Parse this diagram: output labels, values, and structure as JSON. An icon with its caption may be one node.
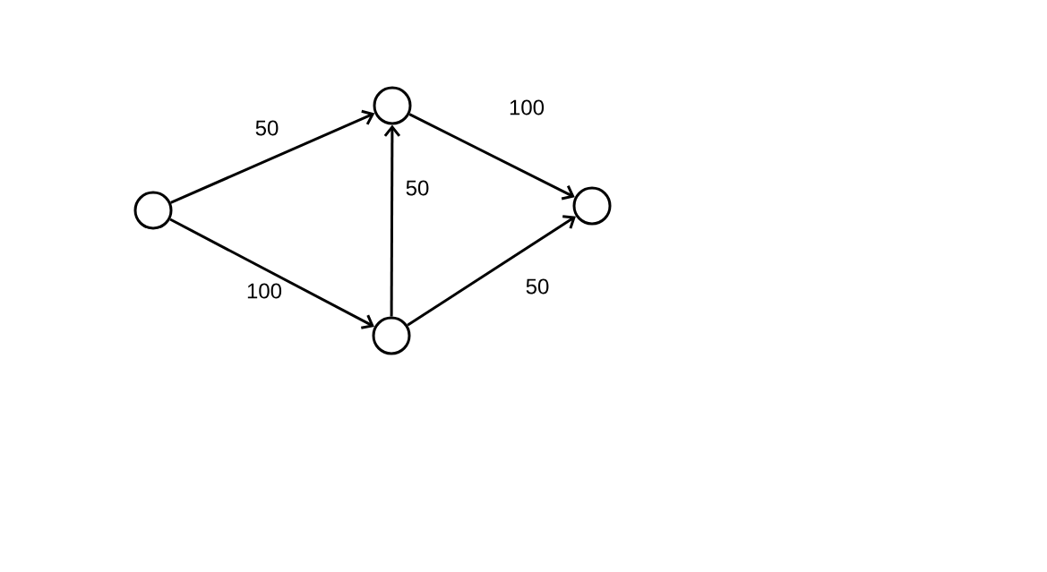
{
  "diagram": {
    "nodes": [
      {
        "text": [],
        "shape": "circle"
      },
      {
        "text": [],
        "shape": "circle"
      },
      {
        "text": [],
        "shape": "circle"
      },
      {
        "text": [],
        "shape": "circle"
      }
    ],
    "edges": [
      {
        "from": 0,
        "to": 1,
        "arrow": "to",
        "label": "50"
      },
      {
        "from": 0,
        "to": 2,
        "arrow": "to",
        "label": "100"
      },
      {
        "from": 2,
        "to": 1,
        "arrow": "to",
        "label": "50"
      },
      {
        "from": 1,
        "to": 3,
        "arrow": "to",
        "label": "100"
      },
      {
        "from": 2,
        "to": 3,
        "arrow": "to",
        "label": "50"
      }
    ]
  }
}
